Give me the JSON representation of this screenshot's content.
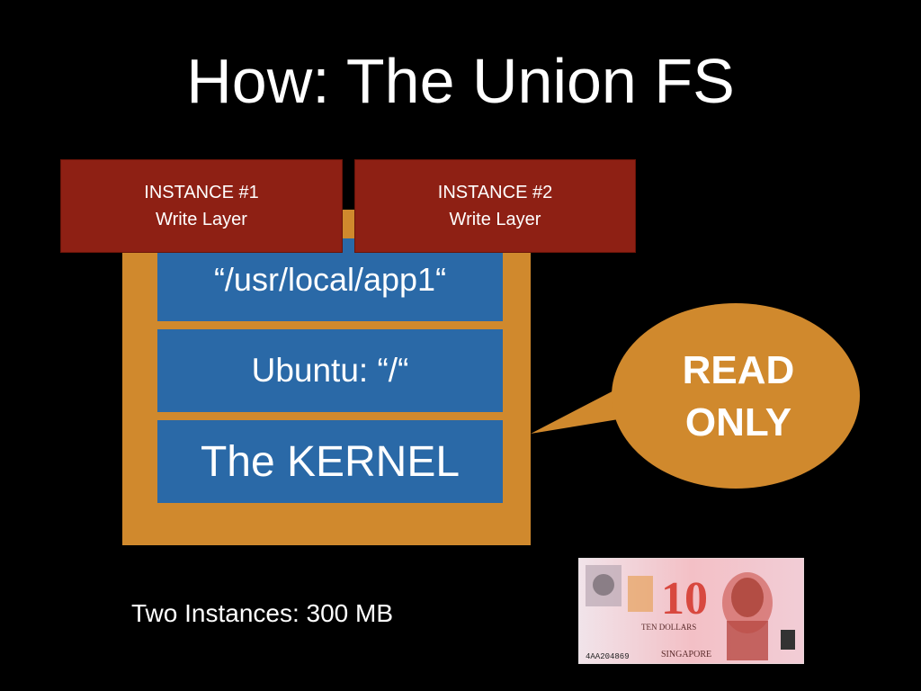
{
  "slide": {
    "title": "How: The Union FS"
  },
  "write_layers": [
    {
      "line1": "INSTANCE #1",
      "line2": "Write Layer"
    },
    {
      "line1": "INSTANCE #2",
      "line2": "Write Layer"
    }
  ],
  "read_layers": [
    {
      "label": "“/usr/local/app1“"
    },
    {
      "label": "Ubuntu: “/“"
    },
    {
      "label": "The KERNEL"
    }
  ],
  "callout": {
    "line1": "READ",
    "line2": "ONLY"
  },
  "footer": {
    "note": "Two Instances: 300 MB"
  },
  "banknote": {
    "denomination": "10",
    "words": "TEN DOLLARS",
    "country": "SINGAPORE",
    "serial": "4AA204869"
  },
  "colors": {
    "background": "#000000",
    "read_only_container": "#d0892d",
    "layer_blue": "#2a69a7",
    "write_layer_red": "#8e2014"
  }
}
